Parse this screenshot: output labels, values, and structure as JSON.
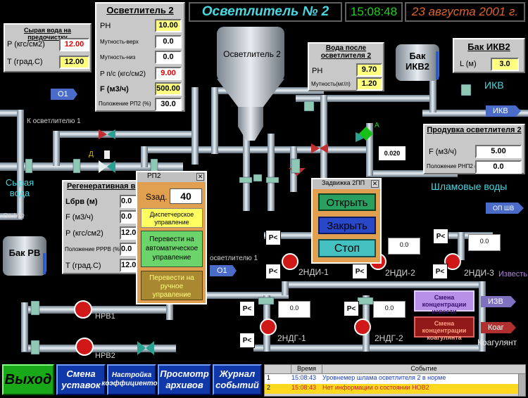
{
  "header": {
    "title": "Осветлитель № 2",
    "time": "15:08:48",
    "date": "23 августа 2001 г."
  },
  "raw_water": {
    "title": "Сырая вода на предочистку",
    "p_label": "P (кгс/см2)",
    "p_value": "12.00",
    "t_label": "T (град.С)",
    "t_value": "12.00"
  },
  "clarifier_panel": {
    "title": "Осветлитель 2",
    "rows": [
      {
        "label": "PH",
        "value": "10.00"
      },
      {
        "label": "Мутность-верх",
        "value": "0.0"
      },
      {
        "label": "Мутность-низ",
        "value": "0.0"
      },
      {
        "label": "P п/с (кгс/см2)",
        "value": "9.00"
      },
      {
        "label": "F (м3/ч)",
        "value": "500.00"
      },
      {
        "label": "Положение РП2 (%)",
        "value": "30.0"
      }
    ]
  },
  "after_water": {
    "title": "Вода после осветлителя 2",
    "rows": [
      {
        "label": "PH",
        "value": "9.70"
      },
      {
        "label": "Мутность(мг/л)",
        "value": "1.20"
      }
    ]
  },
  "ikv2": {
    "title": "Бак ИКВ2",
    "l_label": "L (м)",
    "l_value": "3.0",
    "tank_label": "Бак ИКВ2",
    "ikv_label": "ИКВ",
    "ikv_arrow": "ИКВ"
  },
  "purge": {
    "title": "Продувка осветлителя 2",
    "f_label": "F (м3/ч)",
    "f_value": "5.00",
    "pos_label": "Положение РНП2 (%)",
    "pos_value": "0.0"
  },
  "regen": {
    "title": "Регенеративная в",
    "rows": [
      {
        "label": "Lбрв (м)",
        "value": "0.0"
      },
      {
        "label": "F (м3/ч)",
        "value": "0.0"
      },
      {
        "label": "P (кгс/см2)",
        "value": "12.0"
      },
      {
        "label": "Положение РРРВ (%)",
        "value": "0.0"
      },
      {
        "label": "T (град.С)",
        "value": "12.0"
      }
    ]
  },
  "rp2": {
    "title": "РП2",
    "setpoint_label": "Sзад.",
    "setpoint_value": "40",
    "dispatch": "Диспетчерское управление",
    "auto": "Перевести на автоматическое управление",
    "manual": "Перевести на ручное управление"
  },
  "valve_dialog": {
    "title": "Задвижка 2ПП",
    "open": "Открыть",
    "close": "Закрыть",
    "stop": "Стоп"
  },
  "labels": {
    "clarifier_tank": "Осветлитель 2",
    "raw_water": "Сырая вода",
    "to_clarifier": "К осветлителю 1",
    "from_mf": "От МФ",
    "o1_a": "О1",
    "o1_b": "О1",
    "to_clarifier1b": "осветлителю 1",
    "tank_rv": "Бак РВ",
    "nrv1": "НРВ1",
    "nrv2": "НРВ2",
    "ndi1": "2НДИ-1",
    "ndi2": "2НДИ-2",
    "ndi3": "2НДИ-3",
    "ndg1": "2НДГ-1",
    "ndg2": "2НДГ-2",
    "lime": "Известь",
    "coagulant": "Коагулянт",
    "sludge": "Шламовые воды",
    "sludge_arrow": "ОП ШВ",
    "izv_arrow": "ИЗВ",
    "koag_arrow": "Коаг",
    "d": "Д",
    "a": "А",
    "ind_val": "0.020",
    "change_lime": "Смена концентрации извести",
    "change_coag": "Смена концентрации коагулянта",
    "zero": "0.0"
  },
  "pk": "P<",
  "menu": {
    "exit": "Выход",
    "change": "Смена уставок",
    "coef": "Настройка коэффициентов",
    "archive": "Просмотр архивов",
    "journal": "Журнал событий"
  },
  "events": {
    "col_time": "Время",
    "col_event": "Событие",
    "rows": [
      {
        "n": "1",
        "time": "15:08:43",
        "text": "Уровнемер шлама осветлителя 2 в норме"
      },
      {
        "n": "2",
        "time": "15:08:43",
        "text": "Нет информации о состоянии НОВ2"
      }
    ]
  }
}
